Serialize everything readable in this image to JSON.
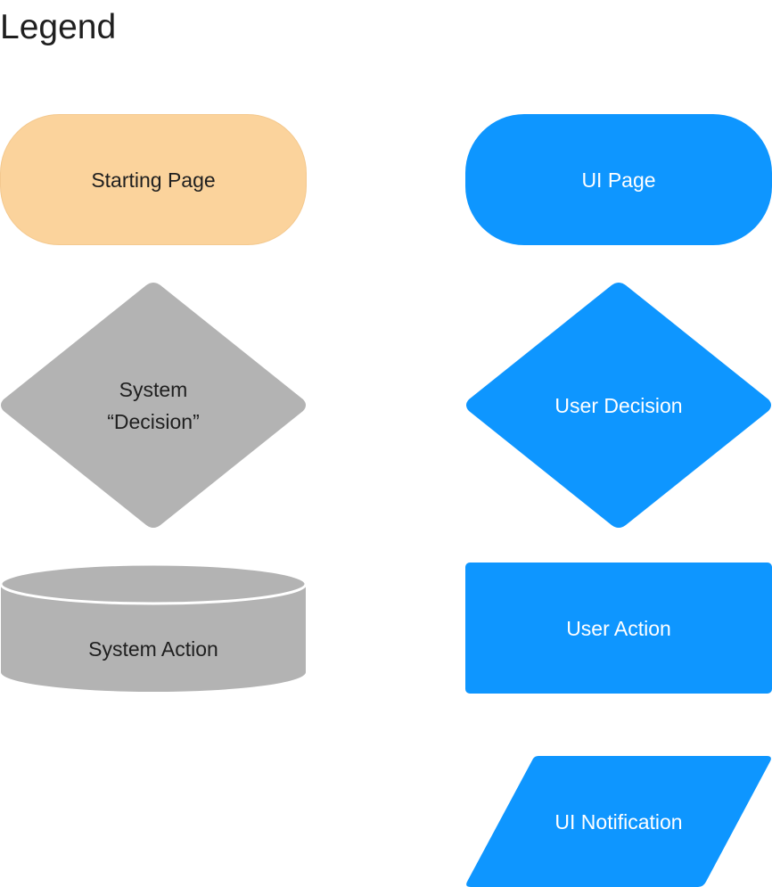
{
  "legend": {
    "title": "Legend"
  },
  "shapes": {
    "starting_page": {
      "label": "Starting Page",
      "color": "#fbd39c",
      "shape": "rounded-pill"
    },
    "ui_page": {
      "label": "UI Page",
      "color": "#0e96ff",
      "shape": "rounded-pill"
    },
    "system_decision": {
      "label": "System\n“Decision”",
      "color": "#b3b3b3",
      "shape": "diamond"
    },
    "user_decision": {
      "label": "User Decision",
      "color": "#0e96ff",
      "shape": "diamond"
    },
    "system_action": {
      "label": "System Action",
      "color": "#b3b3b3",
      "shape": "cylinder"
    },
    "user_action": {
      "label": "User Action",
      "color": "#0e96ff",
      "shape": "rectangle"
    },
    "ui_notification": {
      "label": "UI Notification",
      "color": "#0e96ff",
      "shape": "parallelogram"
    }
  }
}
